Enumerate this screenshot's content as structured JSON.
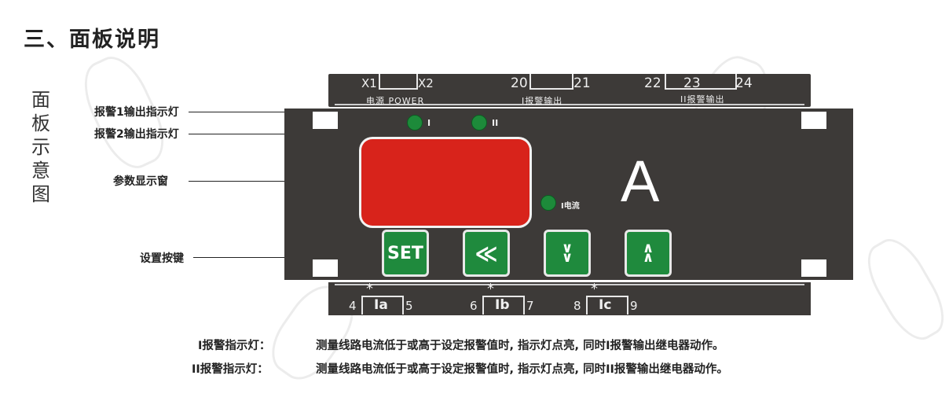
{
  "title": "三、面板说明",
  "side_title": [
    "面",
    "板",
    "示",
    "意",
    "图"
  ],
  "callouts": {
    "alarm1": "报警1输出指示灯",
    "alarm2": "报警2输出指示灯",
    "display": "参数显示窗",
    "keys": "设置按键"
  },
  "top_terminals": {
    "x1": "X1",
    "x2": "X2",
    "power": "电源 POWER",
    "t20": "20",
    "t21": "21",
    "relay1": "I报警输出",
    "t22": "22",
    "t23": "23",
    "t24": "24",
    "relay2": "II报警输出"
  },
  "leds": {
    "led1": "I",
    "led2": "II",
    "led_current": "I电流"
  },
  "unit": "A",
  "keys": {
    "set": "SET",
    "shift": "≪",
    "down": "∨∨",
    "up": "∧∧"
  },
  "bottom_terminals": {
    "t4": "4",
    "ia": "Ia",
    "t5": "5",
    "t6": "6",
    "ib": "Ib",
    "t7": "7",
    "t8": "8",
    "ic": "Ic",
    "t9": "9",
    "star": "*"
  },
  "captions": [
    {
      "label": "I报警指示灯：",
      "text": "测量线路电流低于或高于设定报警值时, 指示灯点亮, 同时I报警输出继电器动作。"
    },
    {
      "label": "II报警指示灯：",
      "text": "测量线路电流低于或高于设定报警值时, 指示灯点亮, 同时II报警输出继电器动作。"
    }
  ],
  "colors": {
    "panel": "#3d3a38",
    "display": "#d8231b",
    "key": "#1f8a3d",
    "led": "#1d8a3a"
  }
}
